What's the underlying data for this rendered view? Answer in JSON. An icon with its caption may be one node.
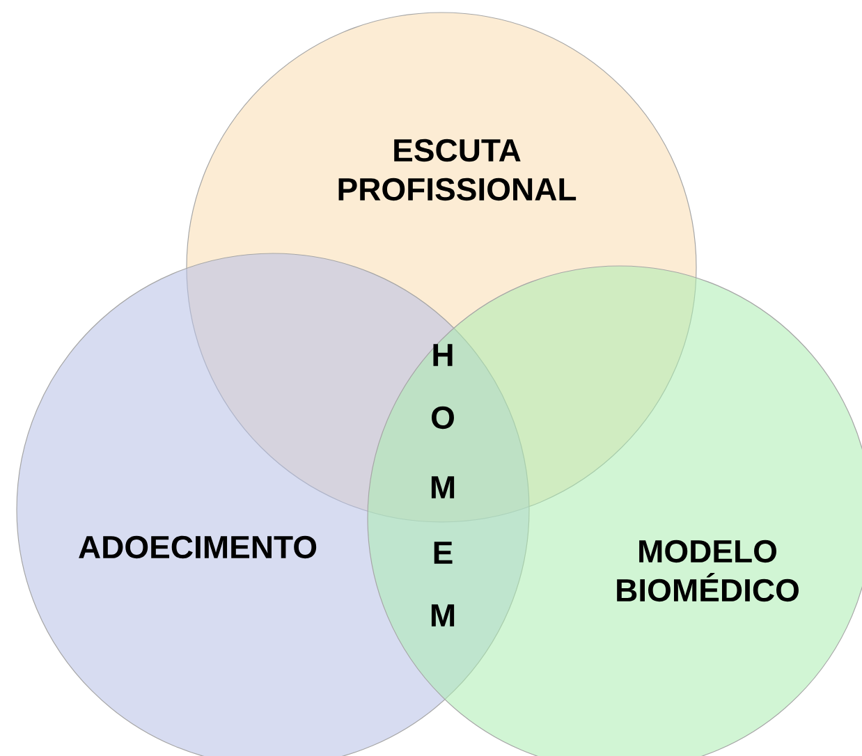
{
  "diagram": {
    "nodes": [
      {
        "text": [
          "ESCUTA PROFISSIONAL"
        ]
      },
      {
        "text": [
          "ADOECIMENTO"
        ]
      },
      {
        "text": [
          "MODELO BIOMÉDICO"
        ]
      }
    ],
    "labels": [
      "H",
      "O",
      "M",
      "E",
      "M"
    ]
  }
}
